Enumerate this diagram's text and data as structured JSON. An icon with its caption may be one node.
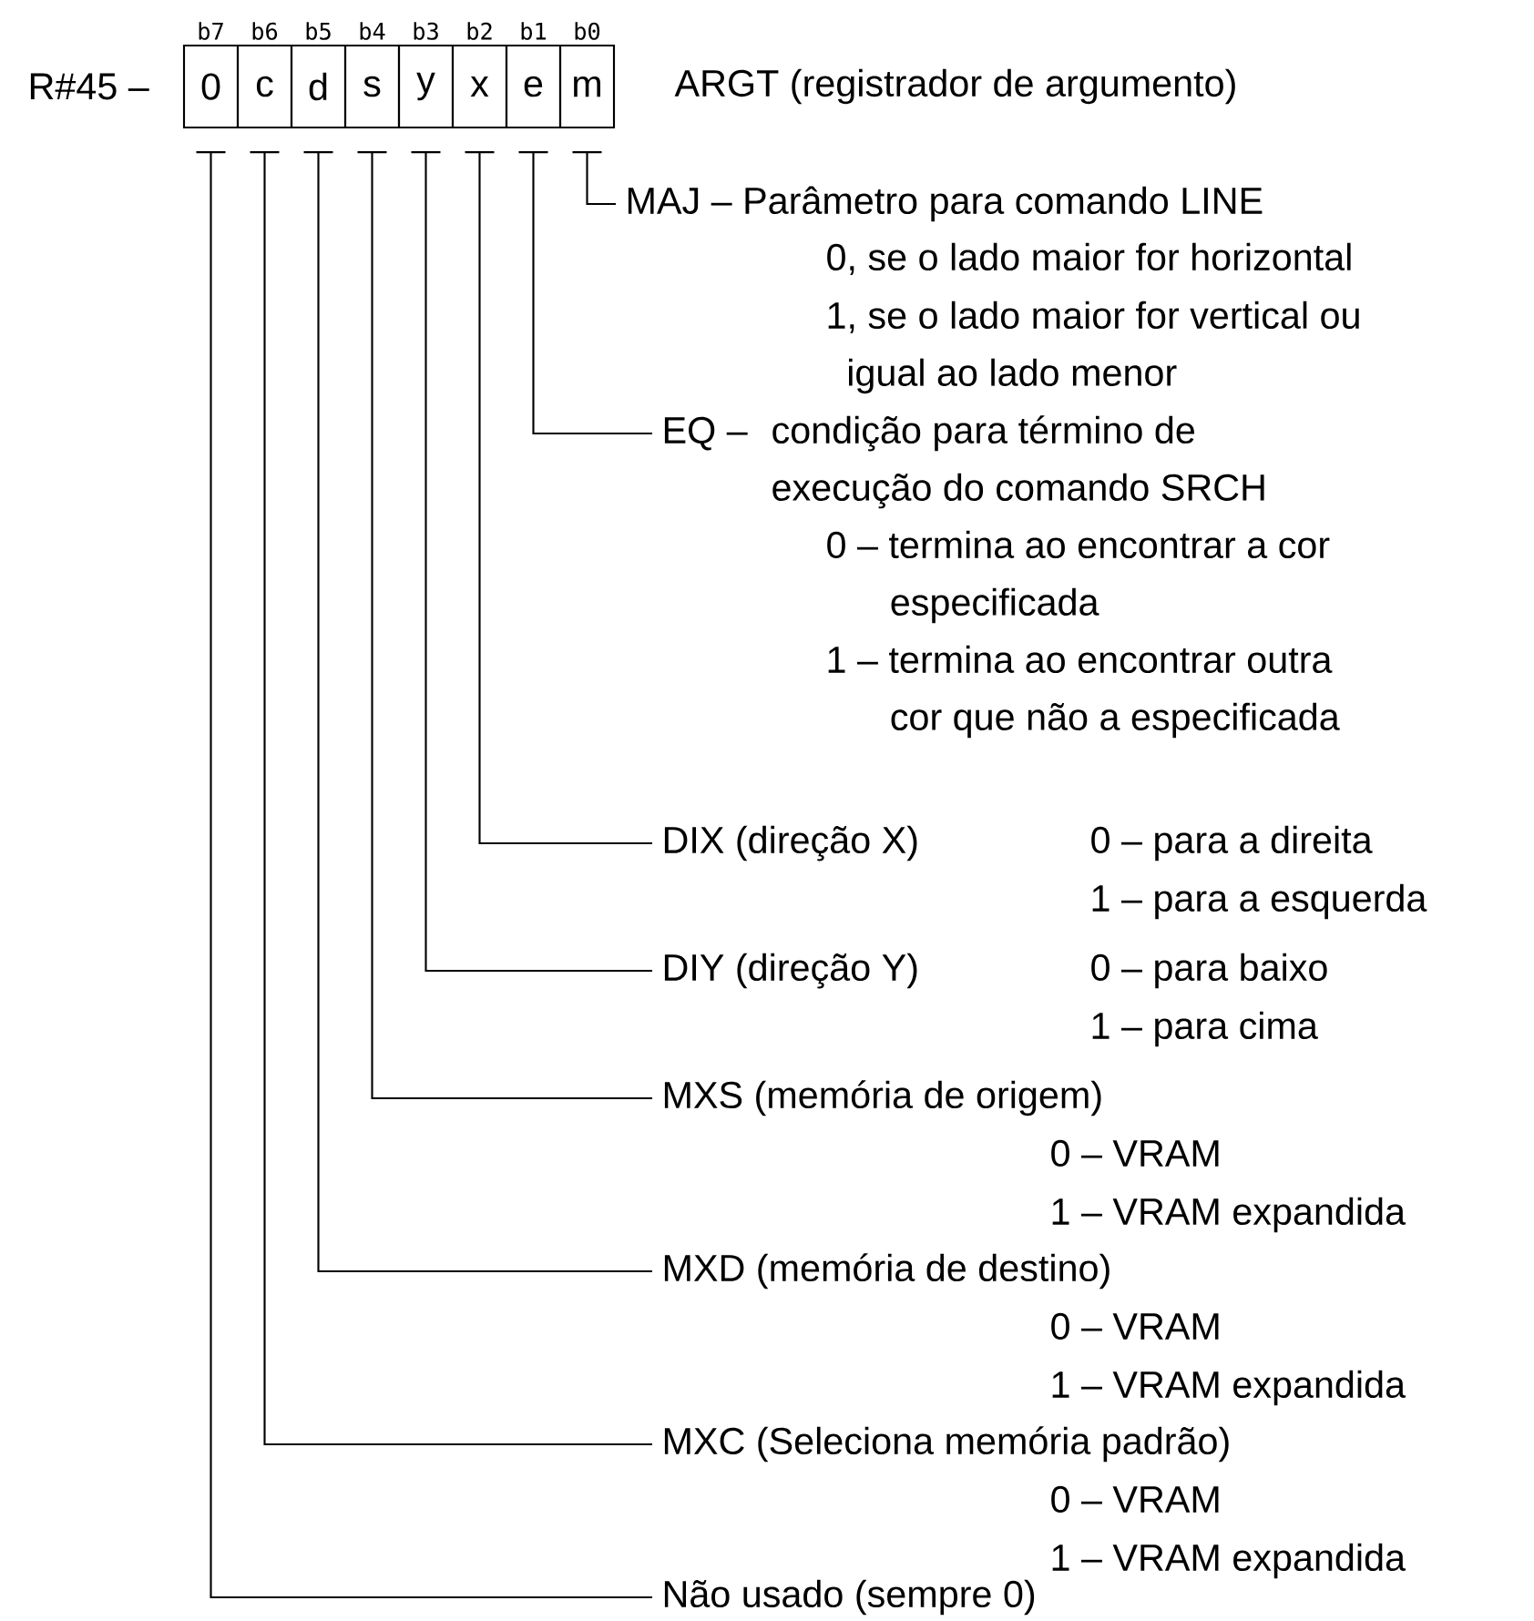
{
  "diagram": {
    "nodes": [
      {
        "text": [
          "0"
        ],
        "beside": [
          "b7"
        ]
      },
      {
        "text": [
          "c"
        ],
        "beside": [
          "b6"
        ]
      },
      {
        "text": [
          "d"
        ],
        "beside": [
          "b5"
        ]
      },
      {
        "text": [
          "s"
        ],
        "beside": [
          "b4"
        ]
      },
      {
        "text": [
          "y"
        ],
        "beside": [
          "b3"
        ]
      },
      {
        "text": [
          "x"
        ],
        "beside": [
          "b2"
        ]
      },
      {
        "text": [
          "e"
        ],
        "beside": [
          "b1"
        ]
      },
      {
        "text": [
          "m"
        ],
        "beside": [
          "b0"
        ]
      },
      {
        "text": [
          "MAJ – Parâmetro para comando LINE",
          "0, se o lado maior for horizontal",
          "1, se o lado maior for vertical ou igual ao lado menor"
        ]
      },
      {
        "text": [
          "EQ –",
          "condição para término de execução do comando SRCH",
          "0 – termina ao encontrar a cor especificada",
          "1 – termina ao encontrar outra cor que não a especificada"
        ]
      },
      {
        "text": [
          "DIX (direção X)",
          "0 – para a direita",
          "1 – para a esquerda"
        ]
      },
      {
        "text": [
          "DIY (direção Y)",
          "0 – para baixo",
          "1 – para cima"
        ]
      },
      {
        "text": [
          "MXS (memória de origem)",
          "0 – VRAM",
          "1 – VRAM expandida"
        ]
      },
      {
        "text": [
          "MXD (memória de destino)",
          "0 – VRAM",
          "1 – VRAM expandida"
        ]
      },
      {
        "text": [
          "MXC (Seleciona memória padrão)",
          "0 – VRAM",
          "1 – VRAM expandida"
        ]
      },
      {
        "text": [
          "Não usado (sempre 0)"
        ]
      }
    ],
    "edges": [
      {
        "from": 7,
        "to": 8,
        "arrow": "none"
      },
      {
        "from": 6,
        "to": 9,
        "arrow": "none"
      },
      {
        "from": 5,
        "to": 10,
        "arrow": "none"
      },
      {
        "from": 4,
        "to": 11,
        "arrow": "none"
      },
      {
        "from": 3,
        "to": 12,
        "arrow": "none"
      },
      {
        "from": 2,
        "to": 13,
        "arrow": "none"
      },
      {
        "from": 1,
        "to": 14,
        "arrow": "none"
      },
      {
        "from": 0,
        "to": 15,
        "arrow": "none"
      }
    ],
    "labels": [
      "R#45 –",
      "ARGT (registrador de argumento)"
    ]
  }
}
